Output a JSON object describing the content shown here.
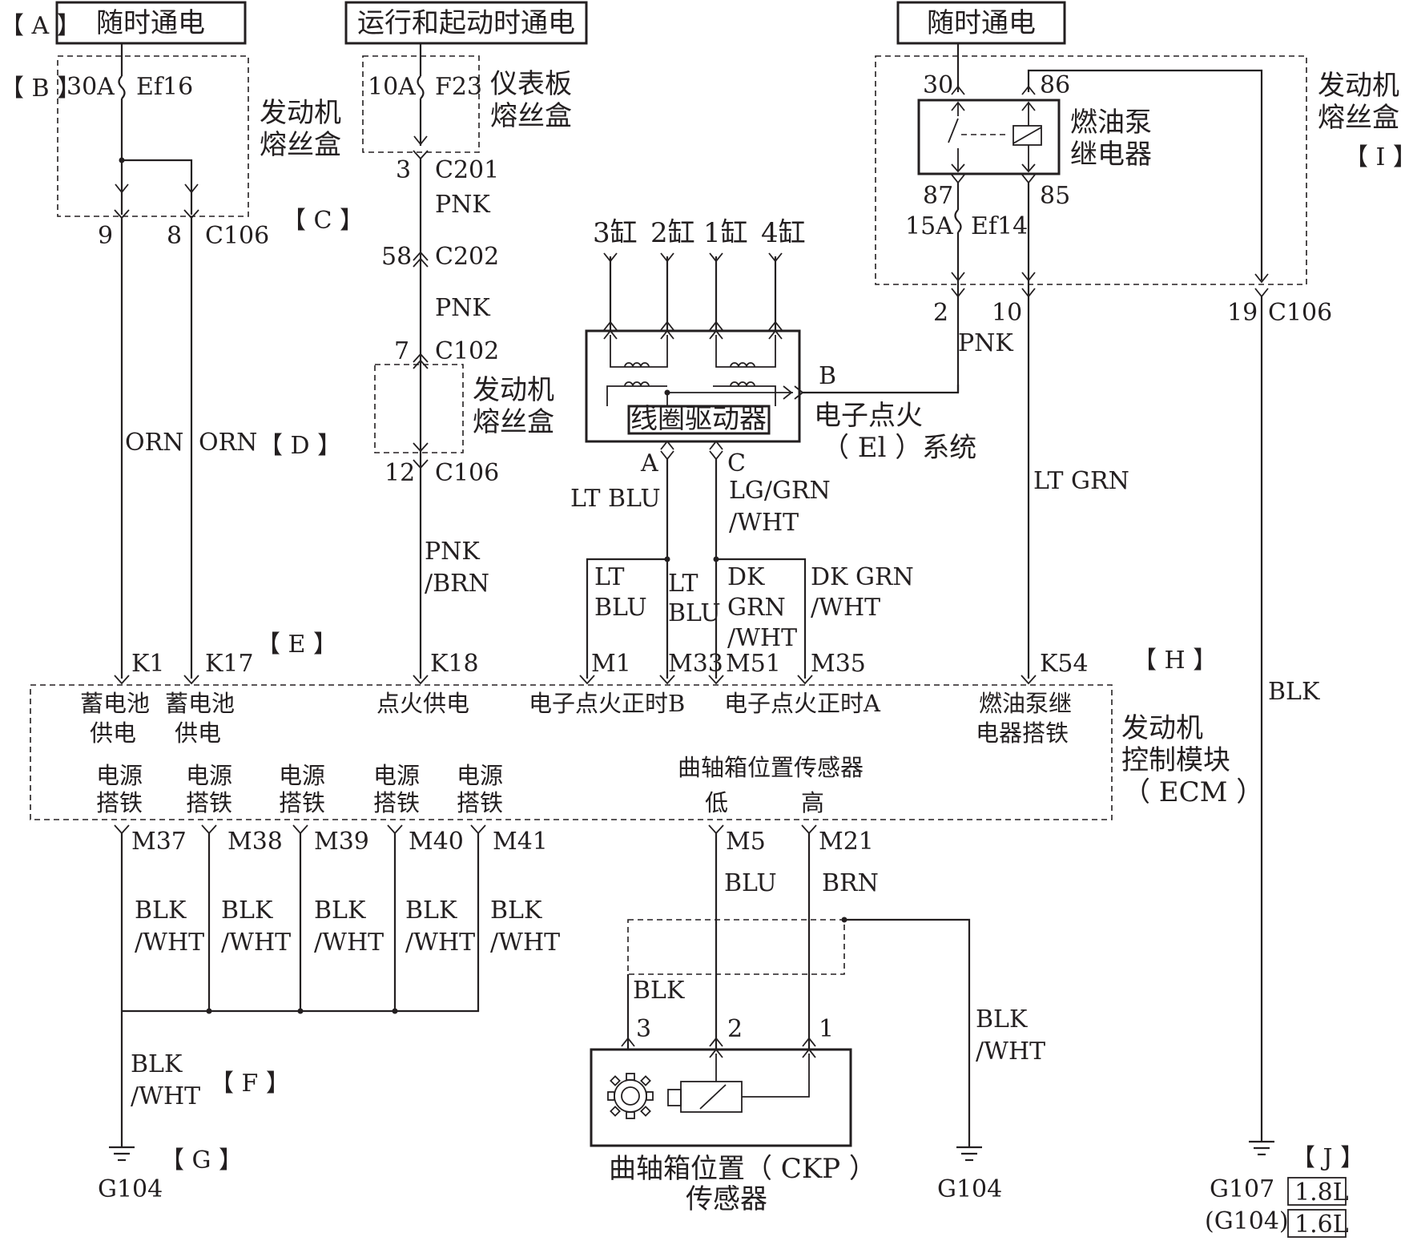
{
  "sources": {
    "left": "随时通电",
    "middle": "运行和起动时通电",
    "right": "随时通电"
  },
  "markers": {
    "A": "【 A 】",
    "B": "【 B 】",
    "C": "【 C 】",
    "D": "【 D 】",
    "E": "【 E 】",
    "F": "【 F 】",
    "G": "【 G 】",
    "H": "【 H 】",
    "I": "【 I 】",
    "J": "【 J 】"
  },
  "fuse_boxes": {
    "left": {
      "line1": "发动机",
      "line2": "熔丝盒",
      "fuse_rating": "30A",
      "fuse_id": "Ef16"
    },
    "panel": {
      "line1": "仪表板",
      "line2": "熔丝盒",
      "fuse_rating": "10A",
      "fuse_id": "F23"
    },
    "mid": {
      "line1": "发动机",
      "line2": "熔丝盒"
    },
    "right": {
      "line1": "发动机",
      "line2": "熔丝盒",
      "fuse_rating": "15A",
      "fuse_id": "Ef14"
    }
  },
  "relay": {
    "line1": "燃油泵",
    "line2": "继电器",
    "pin30": "30",
    "pin86": "86",
    "pin87": "87",
    "pin85": "85"
  },
  "connectors": {
    "c106_left_pin9": "9",
    "c106_left_pin8": "8",
    "c106_left": "C106",
    "c201_pin": "3",
    "c201": "C201",
    "c202_pin": "58",
    "c202": "C202",
    "c102_pin": "7",
    "c102": "C102",
    "c106_mid_pin": "12",
    "c106_mid": "C106",
    "c106_right_pin2": "2",
    "c106_right_pin10": "10",
    "c106_right_pin19": "19",
    "c106_right": "C106"
  },
  "wires": {
    "orn1": "ORN",
    "orn2": "ORN",
    "pnk1": "PNK",
    "pnk2": "PNK",
    "pnk_brn_1": "PNK",
    "pnk_brn_2": "/BRN",
    "pnk_right": "PNK",
    "lt_blu": "LT BLU",
    "lg_grn_1": "LG/GRN",
    "lg_grn_2": "/WHT",
    "lt_blu_a1": "LT",
    "lt_blu_a2": "BLU",
    "lt_blu_b1": "LT",
    "lt_blu_b2": "BLU",
    "dk_grn_a1": "DK",
    "dk_grn_a2": "GRN",
    "dk_grn_a3": "/WHT",
    "dk_grn_b1": "DK GRN",
    "dk_grn_b2": "/WHT",
    "lt_grn": "LT GRN",
    "blk_right": "BLK",
    "blk_wht_1a": "BLK",
    "blk_wht_1b": "/WHT",
    "blk_wht_2a": "BLK",
    "blk_wht_2b": "/WHT",
    "blk_wht_3a": "BLK",
    "blk_wht_3b": "/WHT",
    "blk_wht_4a": "BLK",
    "blk_wht_4b": "/WHT",
    "blk_wht_5a": "BLK",
    "blk_wht_5b": "/WHT",
    "blk_wht_f_a": "BLK",
    "blk_wht_f_b": "/WHT",
    "blu": "BLU",
    "brn": "BRN",
    "blk_shield": "BLK",
    "blk_wht_g_a": "BLK",
    "blk_wht_g_b": "/WHT"
  },
  "cylinders": [
    "3缸",
    "2缸",
    "1缸",
    "4缸"
  ],
  "ei": {
    "driver": "线圈驱动器",
    "pin_b": "B",
    "pin_a": "A",
    "pin_c": "C",
    "name1": "电子点火",
    "name2": "（ El ）系统"
  },
  "ecm": {
    "name1": "发动机",
    "name2": "控制模块",
    "name3": "（ ECM ）",
    "pins": {
      "k1": "K1",
      "k17": "K17",
      "k18": "K18",
      "m1": "M1",
      "m33": "M33",
      "m51": "M51",
      "m35": "M35",
      "k54": "K54",
      "m37": "M37",
      "m38": "M38",
      "m39": "M39",
      "m40": "M40",
      "m41": "M41",
      "m5": "M5",
      "m21": "M21"
    },
    "labels": {
      "k1_a": "蓄电池",
      "k1_b": "供电",
      "k17_a": "蓄电池",
      "k17_b": "供电",
      "k18": "点火供电",
      "ei_b": "电子点火正时B",
      "ei_a": "电子点火正时A",
      "k54_a": "燃油泵继",
      "k54_b": "电器搭铁",
      "gnd_a": "电源",
      "gnd_b": "搭铁",
      "ckp": "曲轴箱位置传感器",
      "ckp_low": "低",
      "ckp_high": "高"
    }
  },
  "ckp": {
    "name1": "曲轴箱位置（ CKP ）",
    "name2": "传感器",
    "pin3": "3",
    "pin2": "2",
    "pin1": "1"
  },
  "grounds": {
    "g104_left": "G104",
    "g104_mid": "G104",
    "g107": "G107",
    "g104_paren": "(G104)",
    "eng18": "1.8L",
    "eng16": "1.6L"
  }
}
